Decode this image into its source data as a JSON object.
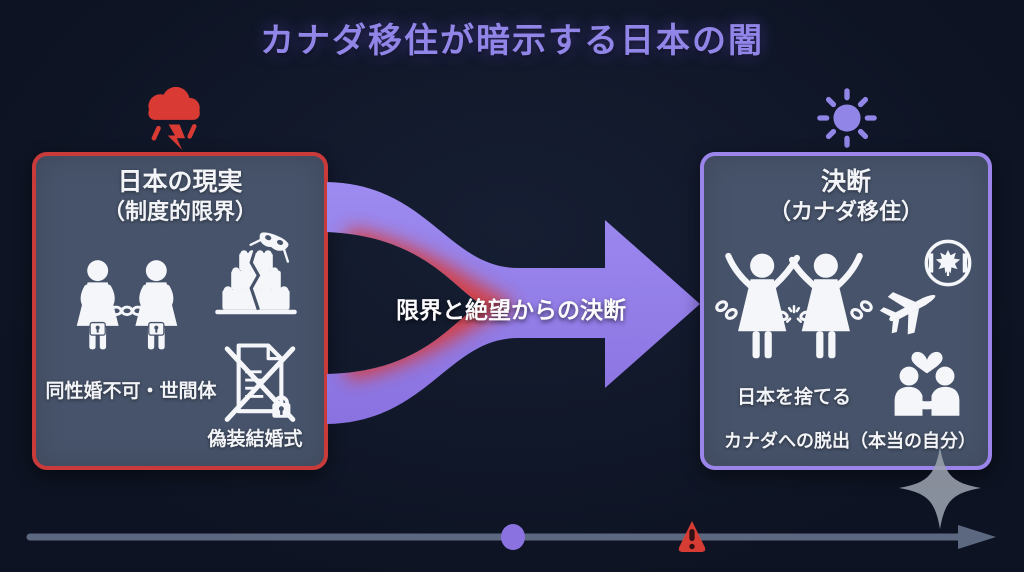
{
  "title": "カナダ移住が暗示する日本の闇",
  "header_icons": {
    "left": "storm-cloud-lightning-icon",
    "right": "sun-icon"
  },
  "left_panel": {
    "heading_line1": "日本の現実",
    "heading_line2": "（制度的限界）",
    "caption_chained_women": "同性婚不可・世間体",
    "caption_fake_wedding": "偽装結婚式",
    "icons": [
      "chained-women-icon",
      "broken-wedding-cake-mask-icon",
      "voided-document-lock-icon"
    ]
  },
  "center_arrow": {
    "label": "限界と絶望からの決断"
  },
  "right_panel": {
    "heading_line1": "決断",
    "heading_line2": "（カナダ移住）",
    "caption_breaking_free": "日本を捨てる",
    "caption_escape": "カナダへの脱出（本当の自分）",
    "icons": [
      "women-breaking-chains-icon",
      "canada-maple-leaf-badge-icon",
      "airplane-icon",
      "hugging-couple-heart-icon"
    ]
  },
  "timeline": {
    "markers": [
      "progress-dot",
      "warning-triangle"
    ],
    "direction": "left-to-right"
  },
  "colors": {
    "bg_dark": "#0d1322",
    "bg_light": "#161e33",
    "title_purple": "#9186e8",
    "panel_bg": "#47536a",
    "red_border": "#c93b3b",
    "purple_border": "#9b85ea",
    "arrow_purple_light": "#9d8bf0",
    "arrow_purple_dark": "#8a72e0",
    "alert_red": "#d93a34",
    "icon_white": "#f4f6f9",
    "timeline_gray": "#5c6780",
    "sparkle_gray": "#9aa1ad",
    "text_white": "#f2f4f8"
  }
}
